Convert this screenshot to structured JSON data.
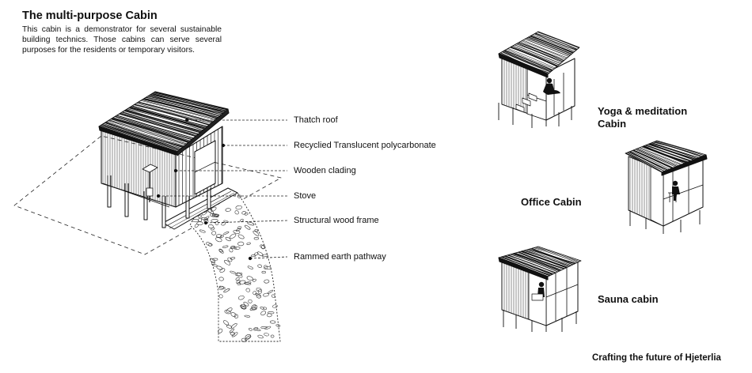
{
  "header": {
    "title": "The multi-purpose Cabin",
    "description": "This cabin is a demonstrator for several sustainable building technics. Those cabins can serve several purposes for the residents or temporary visitors."
  },
  "callouts": [
    "Thatch roof",
    "Recyclied Translucent polycarbonate",
    "Wooden clading",
    "Stove",
    "Structural wood frame",
    "Rammed earth pathway"
  ],
  "cabins": {
    "yoga": {
      "line1": "Yoga & meditation",
      "line2": "Cabin"
    },
    "office": {
      "label": "Office Cabin"
    },
    "sauna": {
      "label": "Sauna cabin"
    }
  },
  "footer": {
    "tagline": "Crafting the future of Hjeterlia"
  },
  "colors": {
    "ink": "#111111",
    "background": "#ffffff"
  }
}
